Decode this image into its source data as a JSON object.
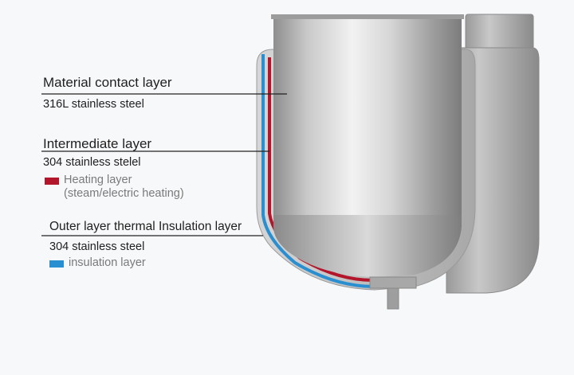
{
  "layers": [
    {
      "title": "Material contact layer",
      "material": "316L stainless steel"
    },
    {
      "title": "Intermediate layer",
      "material": "304 stainless stelel",
      "legend": {
        "label": "Heating layer",
        "note": "(steam/electric heating)",
        "color": "#b3162a"
      }
    },
    {
      "title": "Outer layer thermal Insulation layer",
      "material": "304 stainless steel",
      "legend": {
        "label": "insulation layer",
        "color": "#2a8fd0"
      }
    }
  ],
  "colors": {
    "heating": "#b3162a",
    "insulation": "#2a8fd0",
    "steel": "#b8b8b8",
    "line": "#222222"
  }
}
